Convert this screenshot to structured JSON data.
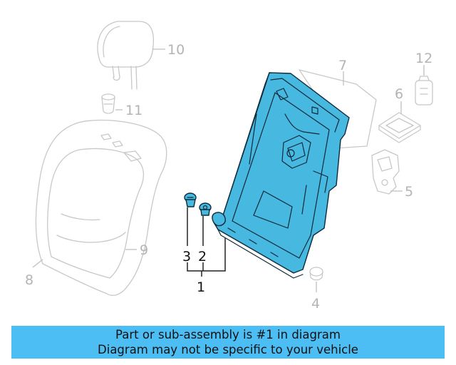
{
  "diagram": {
    "labels": {
      "c1": "1",
      "c2": "2",
      "c3": "3",
      "c4": "4",
      "c5": "5",
      "c6": "6",
      "c7": "7",
      "c8": "8",
      "c9": "9",
      "c10": "10",
      "c11": "11",
      "c12": "12"
    },
    "highlight_color": "#47b8e0"
  },
  "banner": {
    "line1": "Part or sub-assembly is #1 in diagram",
    "line2": "Diagram may not be specific to your vehicle",
    "color": "#4dbef4"
  }
}
